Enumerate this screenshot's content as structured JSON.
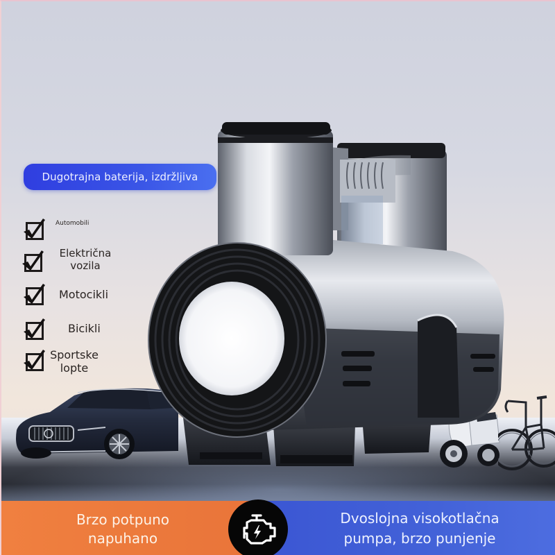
{
  "feature_pill": {
    "label": "Dugotrajna baterija, izdržljiva",
    "color": "#3a4fe4"
  },
  "checklist": {
    "icon": "checkbox-checked-icon",
    "items": [
      {
        "label": "Automobili"
      },
      {
        "label": "Električna vozila",
        "line1": "Električna",
        "line2": "vozila"
      },
      {
        "label": "Motocikli"
      },
      {
        "label": "Bicikli"
      },
      {
        "label": "Sportske lopte",
        "line1": "Sportske",
        "line2": "lopte"
      }
    ]
  },
  "product": {
    "name": "air-compressor-pump",
    "body_color": "#9aa0aa",
    "ring_color": "#151517"
  },
  "vehicles": [
    "car",
    "motor-scooter",
    "bicycle"
  ],
  "bottom_band": {
    "left": {
      "line1": "Brzo potpuno",
      "line2": "napuhano",
      "color": "#ec7a3c"
    },
    "center_icon": "engine-charge-icon",
    "right": {
      "line1": "Dvoslojna visokotlačna",
      "line2": "pumpa, brzo punjenje",
      "color": "#4362d8"
    }
  }
}
